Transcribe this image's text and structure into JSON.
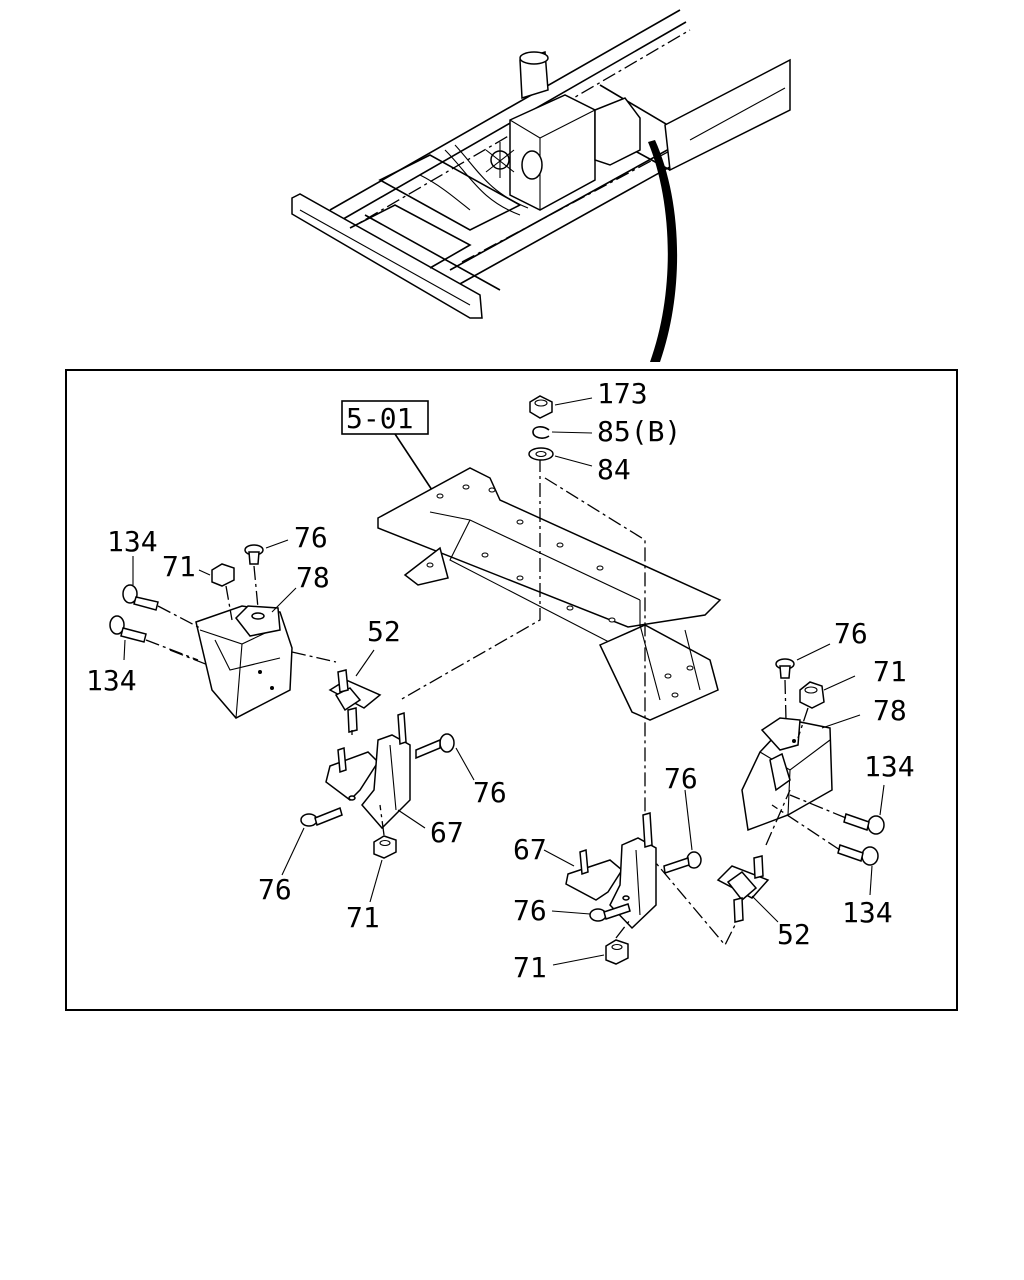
{
  "diagram": {
    "ref_box": "5-01",
    "callouts": {
      "c173": "173",
      "c85": "85(B)",
      "c84": "84",
      "l134a": "134",
      "l71a": "71",
      "l76a": "76",
      "l78a": "78",
      "l134b": "134",
      "l52a": "52",
      "l76b": "76",
      "l67a": "67",
      "l76c": "76",
      "l71b": "71",
      "r76a": "76",
      "r71a": "71",
      "r78a": "78",
      "r134a": "134",
      "r134b": "134",
      "r76b": "76",
      "r67a": "67",
      "r76c": "76",
      "r52a": "52",
      "r71b": "71"
    }
  }
}
